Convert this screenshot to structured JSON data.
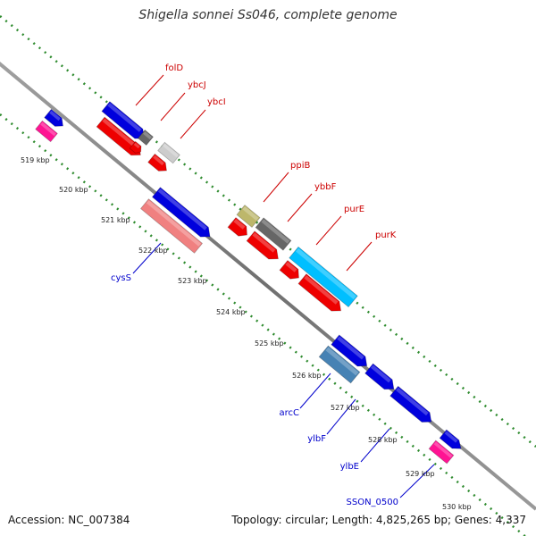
{
  "title": "Shigella sonnei Ss046, complete genome",
  "footer": {
    "accession": "Accession: NC_007384",
    "topology": "Topology: circular; Length: 4,825,265 bp; Genes: 4,337"
  },
  "colors": {
    "backbone": "#8c8c8c",
    "dots_green": "#2e8b2e",
    "forward_label": "#cc0000",
    "reverse_label": "#0000cc"
  },
  "ticks": [
    "519 kbp",
    "520 kbp",
    "521 kbp",
    "522 kbp",
    "523 kbp",
    "524 kbp",
    "525 kbp",
    "526 kbp",
    "527 kbp",
    "528 kbp",
    "529 kbp",
    "530 kbp"
  ],
  "forward_labels": [
    "folD",
    "ybcJ",
    "ybcI",
    "ppiB",
    "ybbF",
    "purE",
    "purK"
  ],
  "reverse_labels": [
    "cysS",
    "arcC",
    "ylbF",
    "ylbE",
    "SSON_0500"
  ]
}
